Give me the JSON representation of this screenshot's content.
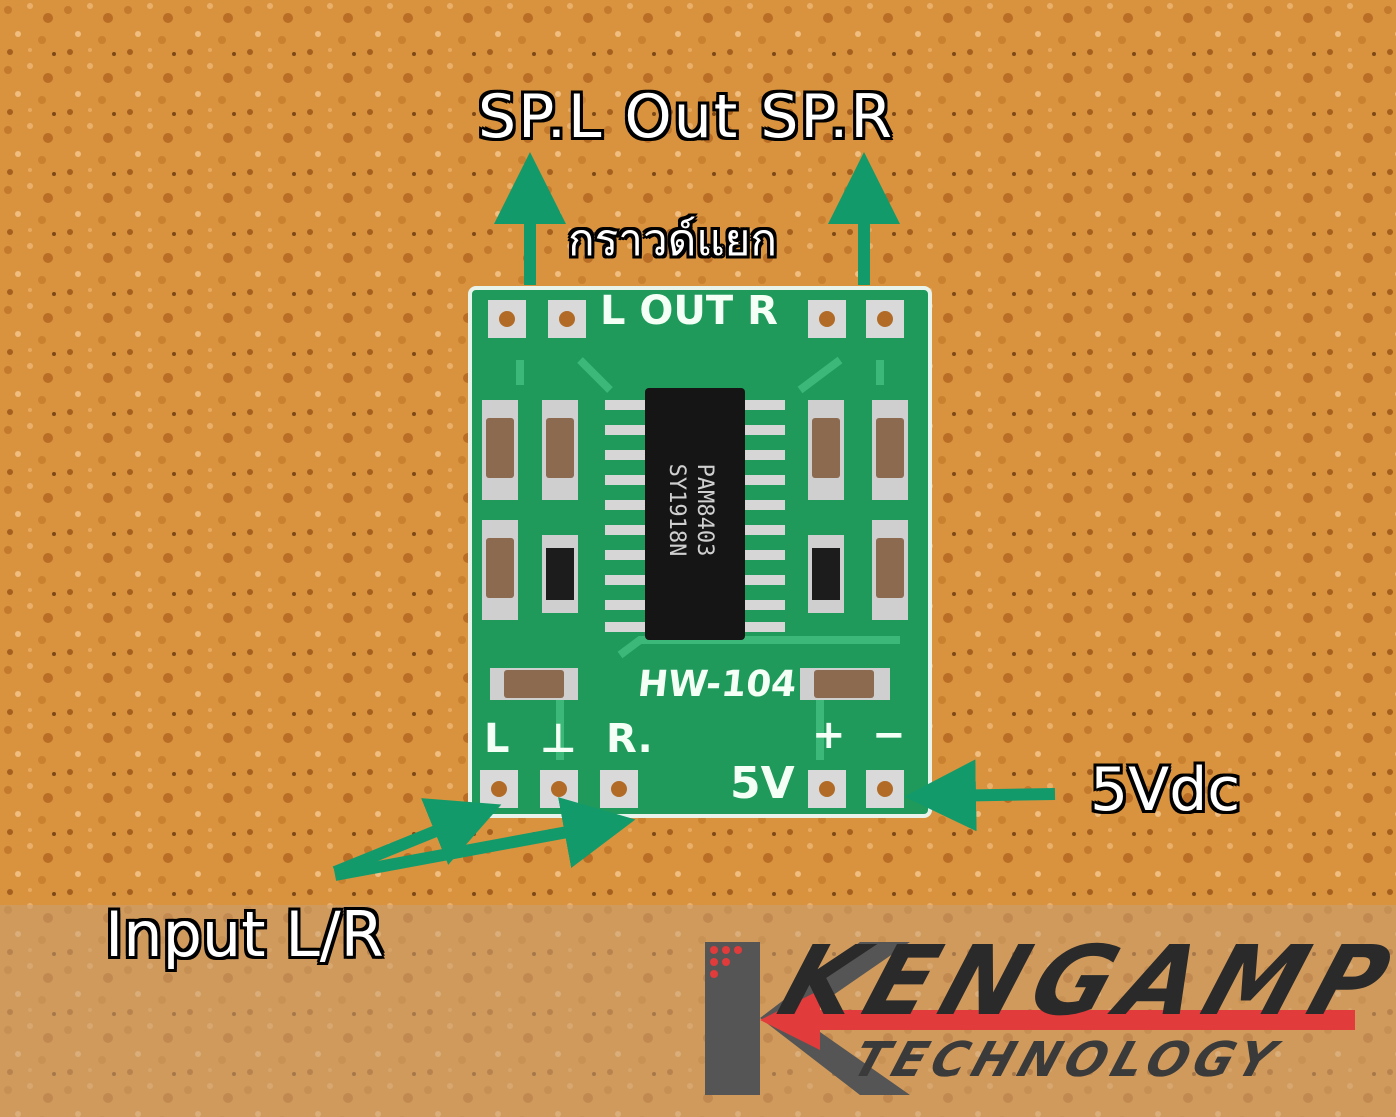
{
  "labels": {
    "title": "SP.L Out SP.R",
    "thai_note": "กราวด์แยก",
    "input": "Input L/R",
    "power": "5Vdc"
  },
  "pcb": {
    "out_label": "L OUT R",
    "model": "HW-104",
    "supply": "5V",
    "pin_l": "L",
    "pin_gnd": "⊥",
    "pin_r": "R.",
    "pin_plus": "+",
    "pin_minus": "−",
    "chip_line1": "PAM8403",
    "chip_line2": "SY1918N"
  },
  "logo": {
    "word": "KENGAMP",
    "sub": "TECHNOLOGY"
  },
  "colors": {
    "background": "#d9933f",
    "pcb": "#1f9a5a",
    "arrow": "#139a6a",
    "logo_red": "#e23b3b"
  }
}
